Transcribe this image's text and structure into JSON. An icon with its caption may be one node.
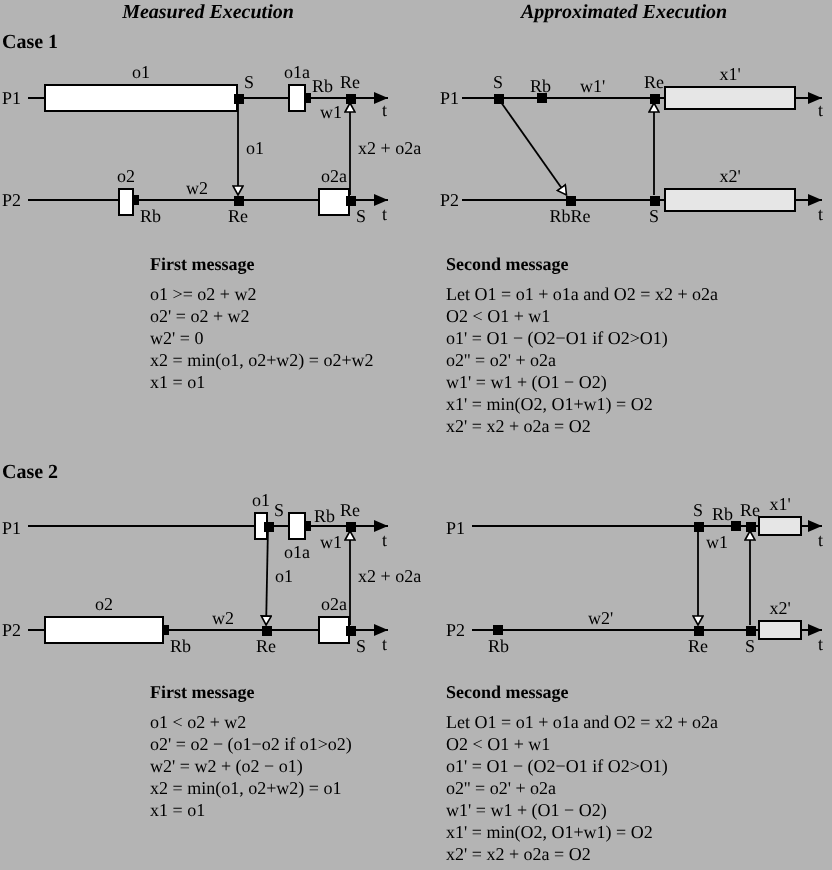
{
  "diagram": {
    "nodes": [
      {
        "text": [
          "o1"
        ]
      },
      {
        "text": [
          "S"
        ]
      },
      {
        "text": [
          "o1a"
        ]
      },
      {
        "text": [
          "Re"
        ]
      },
      {
        "text": [
          "o2"
        ]
      },
      {
        "text": [
          "Re"
        ]
      },
      {
        "text": [
          "o2a"
        ]
      },
      {
        "text": [
          "S"
        ]
      },
      {
        "text": [
          "S"
        ]
      },
      {
        "text": [
          "Re"
        ]
      },
      {
        "text": [
          "x1'"
        ]
      },
      {
        "text": [
          "RbRe"
        ]
      },
      {
        "text": [
          "S"
        ]
      },
      {
        "text": [
          "x2'"
        ]
      },
      {
        "text": [
          "o1"
        ]
      },
      {
        "text": [
          "S"
        ]
      },
      {
        "text": [
          "o1a"
        ]
      },
      {
        "text": [
          "Re"
        ]
      },
      {
        "text": [
          "o2"
        ]
      },
      {
        "text": [
          "Re"
        ]
      },
      {
        "text": [
          "o2a"
        ]
      },
      {
        "text": [
          "S"
        ]
      },
      {
        "text": [
          "S"
        ]
      },
      {
        "text": [
          "Re"
        ]
      },
      {
        "text": [
          "x1'"
        ]
      },
      {
        "text": [
          "Re"
        ]
      },
      {
        "text": [
          "S"
        ]
      },
      {
        "text": [
          "x2'"
        ]
      }
    ],
    "edges": [
      {
        "from": 1,
        "to": 5,
        "arrow": "to",
        "label": "o1"
      },
      {
        "from": 7,
        "to": 3,
        "arrow": "to",
        "label": "x2 + o2a"
      },
      {
        "from": 8,
        "to": 11,
        "arrow": "to"
      },
      {
        "from": 12,
        "to": 9,
        "arrow": "to"
      },
      {
        "from": 15,
        "to": 19,
        "arrow": "to",
        "label": "o1"
      },
      {
        "from": 21,
        "to": 17,
        "arrow": "to",
        "label": "x2 + o2a"
      },
      {
        "from": 22,
        "to": 25,
        "arrow": "to"
      },
      {
        "from": 26,
        "to": 23,
        "arrow": "to"
      }
    ],
    "labels": [
      "Measured Execution",
      "Approximated Execution",
      "Case 1",
      "P1",
      "Rb",
      "w1",
      "t",
      "P2",
      "w2",
      "Rb",
      "t",
      "P1",
      "Rb",
      "w1'",
      "t",
      "P2",
      "t",
      "First message",
      "o1 >= o2 + w2",
      "o2' = o2 + w2",
      "w2' = 0",
      "x2 = min(o1, o2+w2) = o2+w2",
      "x1 = o1",
      "Second message",
      "Let O1 = o1 + o1a and O2 = x2 + o2a",
      "O2 < O1 + w1",
      "o1' = O1 − (O2−O1 if O2>O1)",
      "o2'' = o2' + o2a",
      "w1' = w1 + (O1 − O2)",
      "x1' = min(O2, O1+w1) = O2",
      "x2' = x2 + o2a = O2",
      "Case 2",
      "P1",
      "Rb",
      "w1",
      "t",
      "P2",
      "w2",
      "Rb",
      "t",
      "P1",
      "Rb",
      "w1",
      "t",
      "P2",
      "w2'",
      "Rb",
      "t",
      "First message",
      "o1 < o2 + w2",
      "o2' = o2 − (o1−o2 if o1>o2)",
      "w2' = w2 + (o2 − o1)",
      "x2 = min(o1, o2+w2) = o1",
      "x1 = o1",
      "Second message",
      "Let O1 = o1 + o1a and O2 = x2 + o2a",
      "O2 < O1 + w1",
      "o1' = O1 − (O2−O1 if O2>O1)",
      "o2'' = o2' + o2a",
      "w1' = w1 + (O1 − O2)",
      "x1' = min(O2, O1+w1) = O2",
      "x2' = x2 + o2a = O2"
    ]
  }
}
